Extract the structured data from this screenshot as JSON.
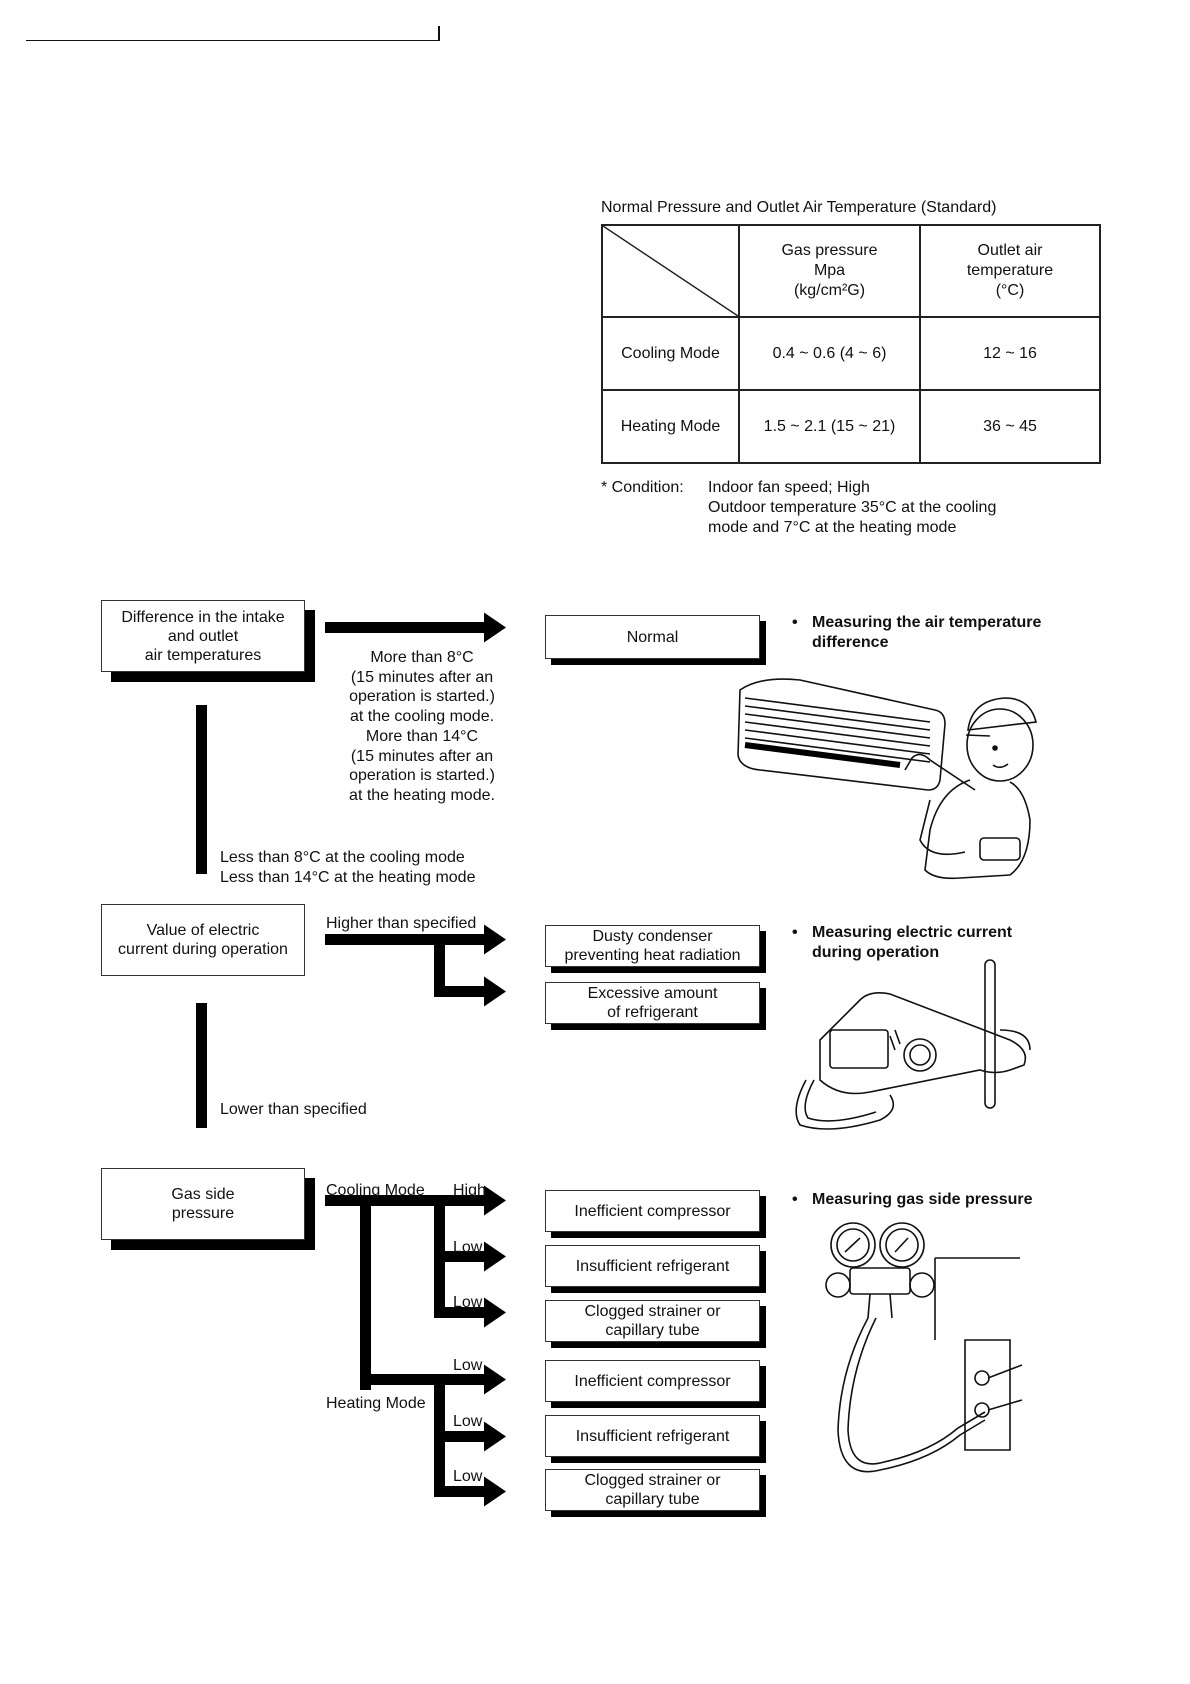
{
  "table": {
    "caption": "Normal Pressure and Outlet Air Temperature (Standard)",
    "header_gas": [
      "Gas pressure",
      "Mpa",
      "(kg/cm²G)"
    ],
    "header_outlet": [
      "Outlet air",
      "temperature",
      "(°C)"
    ],
    "rows": [
      {
        "mode": "Cooling Mode",
        "gas": "0.4 ~ 0.6 (4 ~ 6)",
        "outlet": "12 ~ 16"
      },
      {
        "mode": "Heating Mode",
        "gas": "1.5 ~ 2.1 (15 ~ 21)",
        "outlet": "36 ~ 45"
      }
    ]
  },
  "condition": {
    "label": "* Condition:",
    "lines": [
      "Indoor fan speed; High",
      "Outdoor temperature 35°C at the cooling",
      "mode and 7°C at the heating mode"
    ]
  },
  "flow": {
    "box1": [
      "Difference in the intake",
      "and outlet",
      "air temperatures"
    ],
    "box1_result": "Normal",
    "box1_condition": [
      "More than 8°C",
      "(15 minutes after an",
      "operation is started.)",
      "at the cooling mode.",
      "More than 14°C",
      "(15 minutes after an",
      "operation is started.)",
      "at the heating mode."
    ],
    "box1_less": [
      "Less than 8°C at the cooling mode",
      "Less than 14°C at the heating mode"
    ],
    "box2": [
      "Value of electric",
      "current during operation"
    ],
    "box2_higher": "Higher than specified",
    "box2_results": [
      [
        "Dusty condenser",
        "preventing heat radiation"
      ],
      [
        "Excessive amount",
        "of refrigerant"
      ]
    ],
    "box2_lower": "Lower than specified",
    "box3": [
      "Gas side",
      "pressure"
    ],
    "cooling_mode": "Cooling Mode",
    "heating_mode": "Heating Mode",
    "cooling_branches": [
      {
        "level": "High",
        "result": [
          "Inefficient compressor"
        ]
      },
      {
        "level": "Low",
        "result": [
          "Insufficient refrigerant"
        ]
      },
      {
        "level": "Low",
        "result": [
          "Clogged strainer or",
          "capillary tube"
        ]
      }
    ],
    "heating_branches": [
      {
        "level": "Low",
        "result": [
          "Inefficient compressor"
        ]
      },
      {
        "level": "Low",
        "result": [
          "Insufficient refrigerant"
        ]
      },
      {
        "level": "Low",
        "result": [
          "Clogged strainer or",
          "capillary tube"
        ]
      }
    ]
  },
  "bullets": {
    "air_temp": [
      "Measuring the air temperature",
      "difference"
    ],
    "current": [
      "Measuring electric current",
      "during operation"
    ],
    "gas": [
      "Measuring gas side pressure"
    ]
  },
  "icons": {
    "illus1": "technician-measuring-indoor-unit-icon",
    "illus2": "clamp-meter-icon",
    "illus3": "manifold-gauge-icon"
  }
}
